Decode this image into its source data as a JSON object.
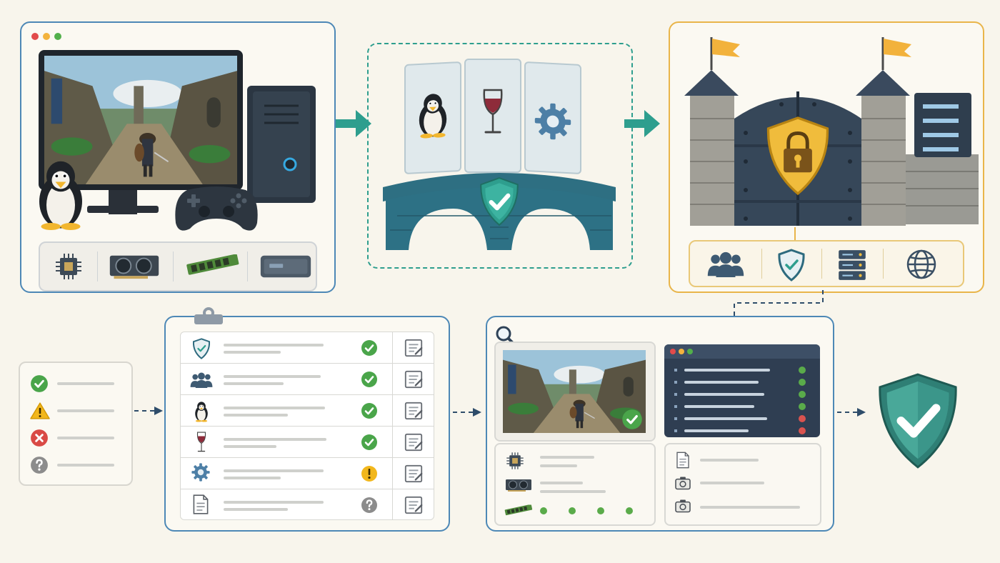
{
  "colors": {
    "background": "#f8f5ec",
    "blue_border": "#4d88b6",
    "teal": "#2e9e8e",
    "teal_dark": "#2d6a7e",
    "orange_border": "#e9b54a",
    "navy": "#2f4358",
    "green_status": "#4aa54a",
    "warning_yellow": "#f2b71c",
    "error_red": "#d94a45",
    "unknown_gray": "#8c8c8c",
    "shield_gold": "#f0bc3c",
    "terminal_bg": "#2f3e52"
  },
  "pc_panel": {
    "window_dots": [
      "#e24b4b",
      "#f3b33d",
      "#52b04b"
    ],
    "hardware_icons": [
      "cpu-icon",
      "gpu-icon",
      "ram-icon",
      "storage-drive-icon"
    ]
  },
  "compat_bridge": {
    "cards": [
      "linux-penguin-icon",
      "wine-glass-icon",
      "gear-icon"
    ],
    "badge": "check-shield-icon"
  },
  "castle_panel": {
    "badge": "padlock-shield-icon",
    "footer_icons": [
      "users-icon",
      "check-shield-icon",
      "server-icon",
      "globe-icon"
    ]
  },
  "legend": {
    "items": [
      "pass",
      "warning",
      "fail",
      "unknown"
    ]
  },
  "checklist": {
    "rows": [
      {
        "icon": "shield-check-icon",
        "status": "pass"
      },
      {
        "icon": "users-icon",
        "status": "pass"
      },
      {
        "icon": "linux-penguin-icon",
        "status": "pass"
      },
      {
        "icon": "wine-glass-icon",
        "status": "pass"
      },
      {
        "icon": "gear-icon",
        "status": "warning"
      },
      {
        "icon": "document-icon",
        "status": "unknown"
      }
    ]
  },
  "report": {
    "terminal_statuses": [
      "pass",
      "pass",
      "pass",
      "pass",
      "fail",
      "fail"
    ],
    "hardware_dots": 4,
    "evidence_icons": [
      "document-icon",
      "camera-icon",
      "camera-icon"
    ]
  },
  "result": {
    "badge": "check-shield-icon"
  }
}
